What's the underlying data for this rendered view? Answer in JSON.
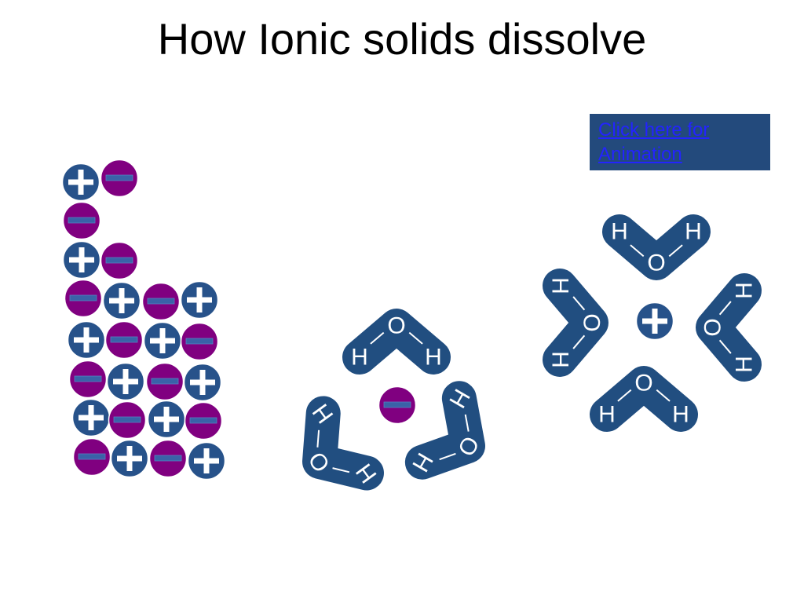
{
  "slide": {
    "title": "How Ionic solids dissolve"
  },
  "link": {
    "label": "Click here for Animation"
  },
  "atoms": {
    "oxygen": "O",
    "hydrogen": "H"
  },
  "icons": {
    "cation": "plus-sign",
    "anion": "minus-sign"
  },
  "colors": {
    "background": "#FFFFFF",
    "cation": "#27528A",
    "anion": "#800080",
    "minus_bar": "#3A62A8",
    "water": "#214E80",
    "link_box": "#234A7C",
    "link_text": "#2323FF"
  }
}
